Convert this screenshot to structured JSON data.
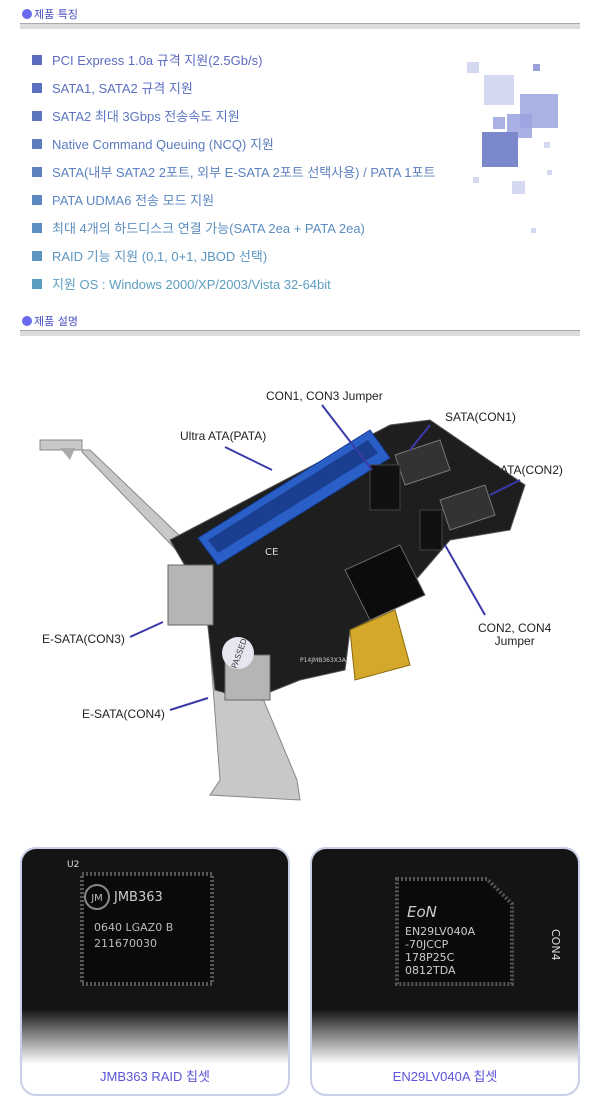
{
  "sections": {
    "features_title": "제품 특징",
    "description_title": "제품 설명"
  },
  "features": [
    {
      "text": "PCI Express 1.0a 규격 지원(2.5Gb/s)",
      "color": "#5c6bc0"
    },
    {
      "text": "SATA1, SATA2 규격 지원",
      "color": "#5c70c0"
    },
    {
      "text": "SATA2 최대 3Gbps 전송속도 지원",
      "color": "#5c76c0"
    },
    {
      "text": "Native Command Queuing (NCQ) 지원",
      "color": "#5c7cc0"
    },
    {
      "text": "SATA(내부 SATA2 2포트, 외부 E-SATA 2포트 선택사용) / PATA 1포트",
      "color": "#5c82c0"
    },
    {
      "text": "PATA UDMA6 전송 모드 지원",
      "color": "#5c88c0"
    },
    {
      "text": "최대 4개의 하드디스크 연결 가능(SATA 2ea + PATA 2ea)",
      "color": "#5c8ec0"
    },
    {
      "text": "RAID 기능 지원 (0,1, 0+1, JBOD 선택)",
      "color": "#5c96c0"
    },
    {
      "text": "지원 OS : Windows 2000/XP/2003/Vista 32-64bit",
      "color": "#5c9ec0"
    }
  ],
  "diagram": {
    "labels": {
      "con1_con3": "CON1, CON3 Jumper",
      "ultra_ata": "Ultra ATA(PATA)",
      "sata_con1": "SATA(CON1)",
      "sata_con2": "SATA(CON2)",
      "esata_con3": "E-SATA(CON3)",
      "esata_con4": "E-SATA(CON4)",
      "con2_con4_line1": "CON2, CON4",
      "con2_con4_line2": "Jumper"
    },
    "board_marks": {
      "passed": "PASSED",
      "model": "P14JMB363X3A",
      "ce": "CE"
    }
  },
  "closeups": [
    {
      "caption": "JMB363 RAID 칩셋",
      "chip_lines": [
        "JMB363",
        "0640 LGAZ0 B",
        "211670030"
      ],
      "brand": "JM",
      "ref": "U2"
    },
    {
      "caption": "EN29LV040A 칩셋",
      "chip_lines": [
        "EN29LV040A",
        "-70JCCP",
        "178P25C",
        "0812TDA"
      ],
      "brand": "EoN",
      "ref": "CON4"
    }
  ]
}
